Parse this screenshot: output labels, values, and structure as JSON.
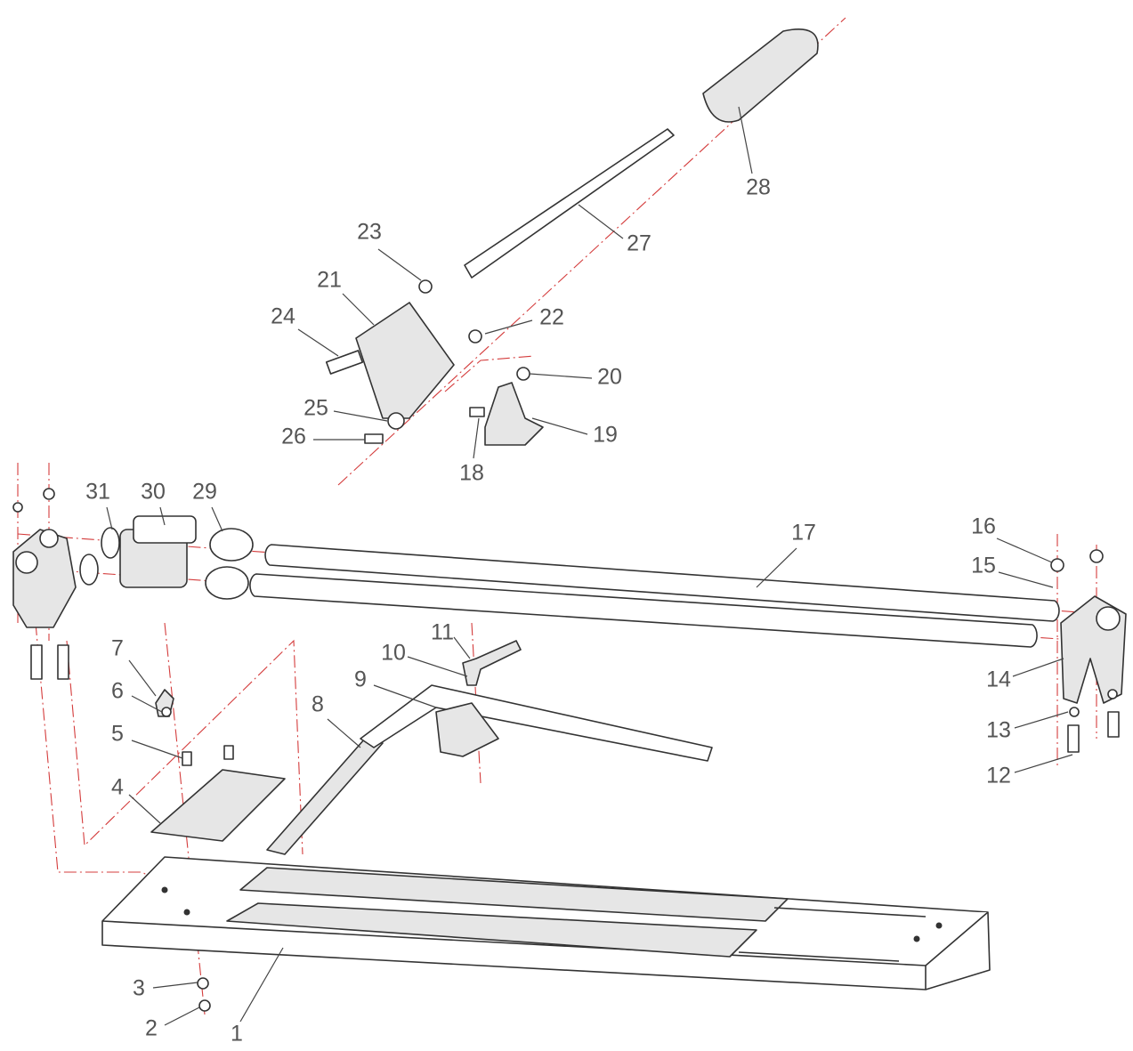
{
  "diagram": {
    "type": "exploded parts diagram",
    "part_labels": [
      "1",
      "2",
      "3",
      "4",
      "5",
      "6",
      "7",
      "8",
      "9",
      "10",
      "11",
      "12",
      "13",
      "14",
      "15",
      "16",
      "17",
      "18",
      "19",
      "20",
      "21",
      "22",
      "23",
      "24",
      "25",
      "26",
      "27",
      "28",
      "29",
      "30",
      "31"
    ],
    "colors": {
      "outline": "#333333",
      "centerline": "#d43c3c",
      "label": "#555555"
    }
  }
}
